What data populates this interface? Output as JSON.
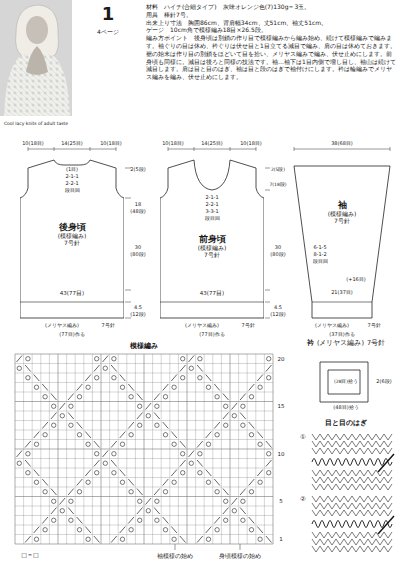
{
  "diagram": {
    "nodes": [
      {
        "text": [
          "後身頃",
          "(模様編み)",
          "7号針"
        ]
      },
      {
        "text": [
          "前身頃",
          "(模様編み)",
          "7号針"
        ]
      },
      {
        "text": [
          "袖",
          "(模様編み)",
          "7号針"
        ]
      },
      {
        "text": [
          "衿",
          "(メリヤス編み)",
          "7号針"
        ]
      }
    ],
    "labels": [
      "1",
      "4ページ",
      "Cool lacy knits of adult taste",
      "材料　ハイチ(合細タイプ)　灰味オレンジ色(7)130g＝3玉。",
      "用具　棒針7号。",
      "出来上り寸法　胸囲86cm、背肩幅34cm、丈51cm、袖丈51cm。",
      "ゲージ　10cm角で模様編み18目×26.5段。",
      "編み方ポイント　後身頃は別鎖の作り目で模様編みから編み始め、続けて模様編みで編みます。袖ぐりの目は休め、衿ぐりは伏せ目と1目立てる減目で編み、肩の目は休めておきます。裾の始末は作り目の別鎖をほどいて目を拾い、メリヤス編みで編み、伏せ止めにします。前身頃も同様に。減目は後ろと同様の技法です。袖…袖下は1目内側で増し目し、袖山は続けて減目します。肩は目と目のはぎ、袖は目と段のはぎで袖付けにします。衿は輪編みでメリヤス編みを編み、伏せ止めにします。",
      "10(18目)",
      "14(25目)",
      "10(18目)",
      "(1目)",
      "2-1-1",
      "2-2-1",
      "段目回",
      "2(5段)",
      "18",
      "(48段)",
      "30",
      "(80段)",
      "4.5",
      "(12段)",
      "43(77目)",
      "(メリヤス編み)",
      "7号針",
      "(77目)作る",
      "10(18目)",
      "14(25目)",
      "10(18目)",
      "2-1-1",
      "2-2-1",
      "3-3-1",
      "段目回",
      "2(5段)",
      "7(18段)",
      "30",
      "(80段)",
      "4.5",
      "(12段)",
      "43(77目)",
      "(メリヤス編み)",
      "7号針",
      "(77目)作る",
      "38(68目)",
      "6-1-5",
      "8-1-2",
      "段目回",
      "(+16目)",
      "21(37目)",
      "(メリヤス編み)",
      "7号針",
      "(37目)作る",
      "模様編み",
      "20",
      "15",
      "10",
      "5",
      "1",
      "□＝□",
      "袖模様の始め",
      "身頃模様の始め",
      "(28目)拾う",
      "(48目)拾う",
      "2(6段)",
      "目と目のはぎ",
      "①",
      "②"
    ]
  }
}
